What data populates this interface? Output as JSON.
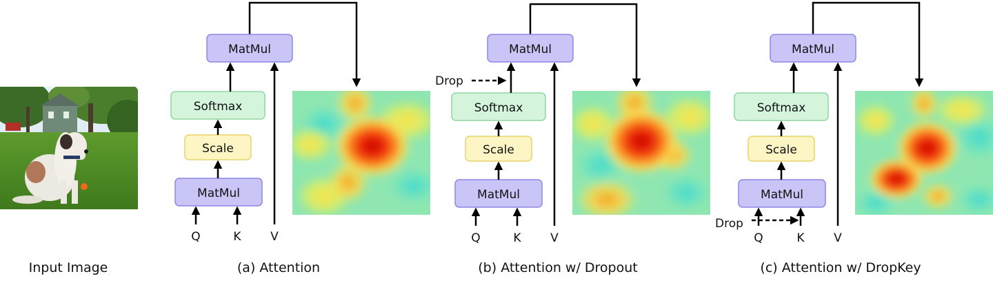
{
  "panels": [
    {
      "id": "input",
      "caption": "Input Image"
    },
    {
      "id": "a",
      "caption": "(a) Attention",
      "blocks": {
        "matmul_top": "MatMul",
        "softmax": "Softmax",
        "scale": "Scale",
        "matmul_bottom": "MatMul"
      },
      "inputs": {
        "q": "Q",
        "k": "K",
        "v": "V"
      },
      "drop_label": ""
    },
    {
      "id": "b",
      "caption": "(b) Attention w/ Dropout",
      "blocks": {
        "matmul_top": "MatMul",
        "softmax": "Softmax",
        "scale": "Scale",
        "matmul_bottom": "MatMul"
      },
      "inputs": {
        "q": "Q",
        "k": "K",
        "v": "V"
      },
      "drop_label": "Drop",
      "drop_position": "after-softmax"
    },
    {
      "id": "c",
      "caption": "(c) Attention w/ DropKey",
      "blocks": {
        "matmul_top": "MatMul",
        "softmax": "Softmax",
        "scale": "Scale",
        "matmul_bottom": "MatMul"
      },
      "inputs": {
        "q": "Q",
        "k": "K",
        "v": "V"
      },
      "drop_label": "Drop",
      "drop_position": "key-input"
    }
  ],
  "colors": {
    "matmul_fill": "#c9c6f7",
    "matmul_stroke": "#8d86e6",
    "softmax_fill": "#d4f5dc",
    "softmax_stroke": "#8fd6a0",
    "scale_fill": "#fdf6c4",
    "scale_stroke": "#e9d46a",
    "arrow": "#000000",
    "heatmap_bg": "#8fe6b0",
    "heatmap_hot": "#d40000"
  },
  "icons": {
    "input_image": "dog-photo-icon",
    "heatmap": "attention-heatmap-icon"
  }
}
